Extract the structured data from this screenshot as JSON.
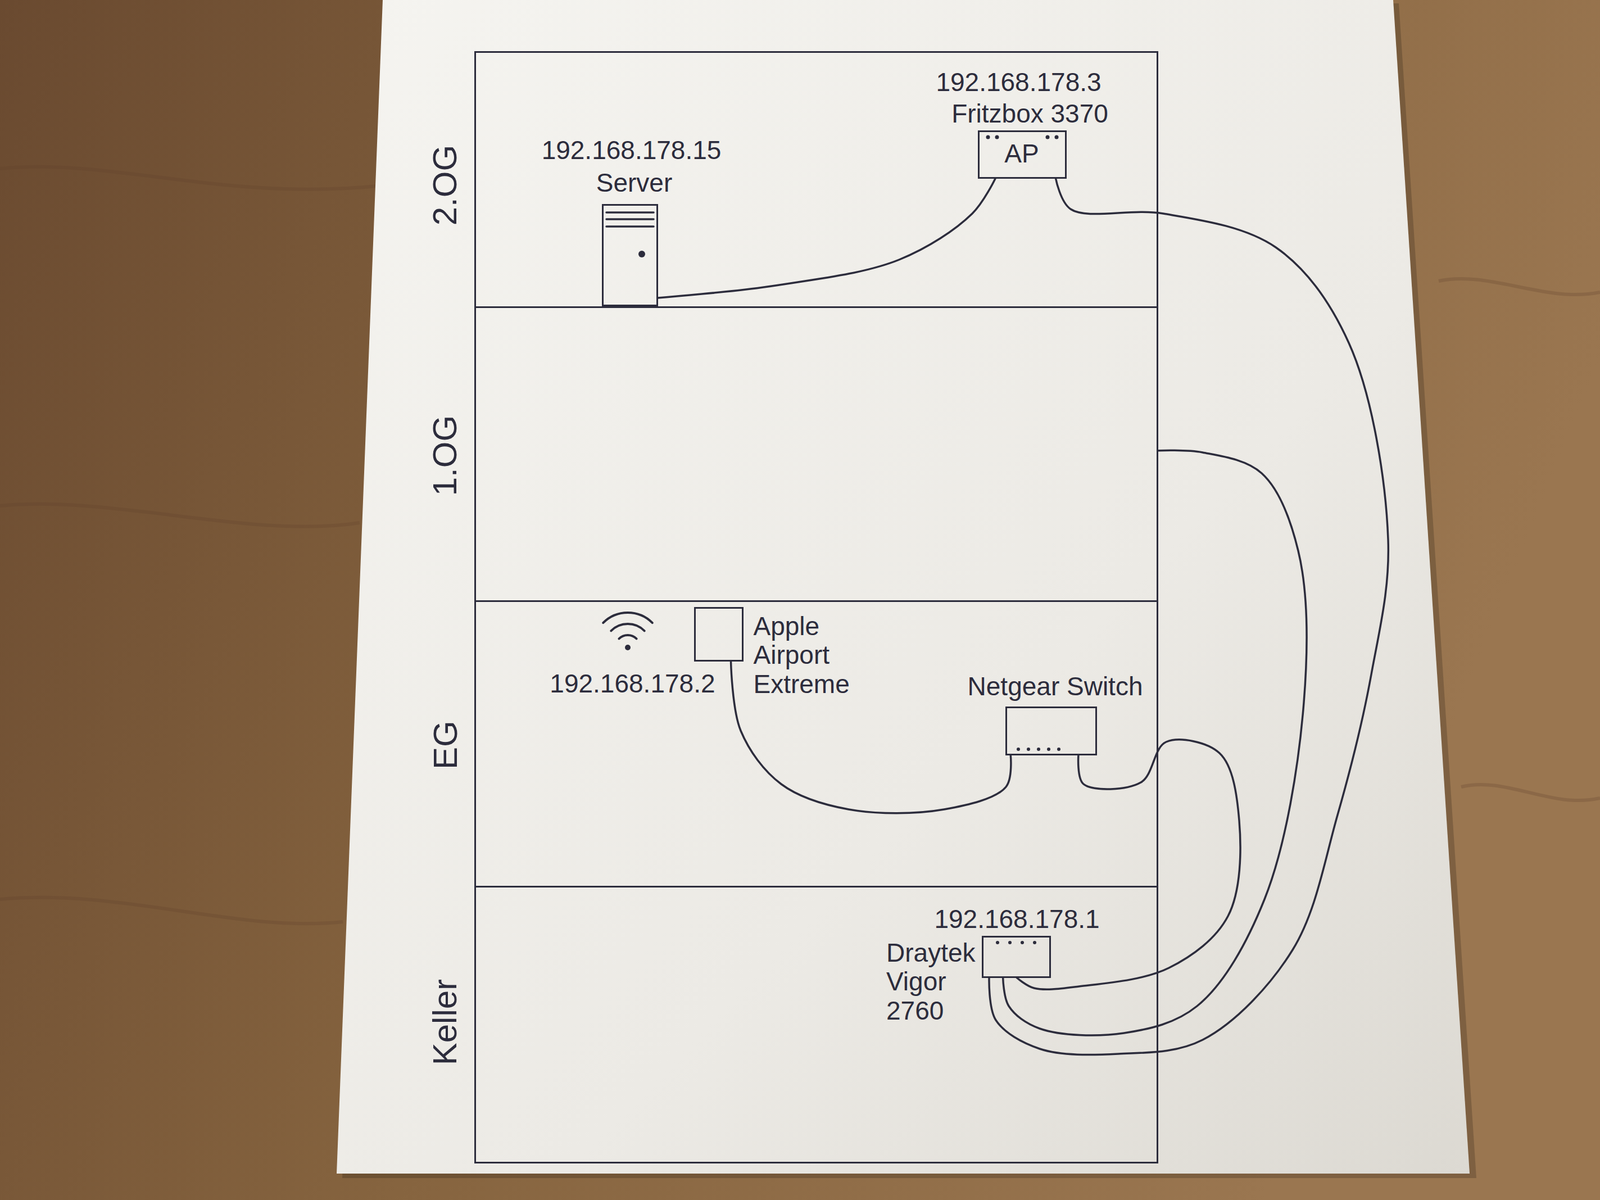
{
  "diagram": {
    "nodes": [
      {
        "text": [
          "2.OG"
        ]
      },
      {
        "text": [
          "192.168.178.3",
          "Fritzbox 3370",
          "AP"
        ],
        "in": 0
      },
      {
        "text": [
          "192.168.178.15",
          "Server"
        ],
        "in": 0
      },
      {
        "text": [
          "1.OG"
        ]
      },
      {
        "text": [
          "EG"
        ]
      },
      {
        "text": [
          "Apple Airport Extreme",
          "192.168.178.2"
        ],
        "in": 4
      },
      {
        "text": [
          "Netgear Switch"
        ],
        "in": 4
      },
      {
        "text": [
          "Keller"
        ]
      },
      {
        "text": [
          "192.168.178.1",
          "Draytek Vigor 2760"
        ],
        "in": 7
      }
    ],
    "edges": [
      {
        "from": 2,
        "to": 1,
        "arrow": "none"
      },
      {
        "from": 1,
        "to": 8,
        "arrow": "none"
      },
      {
        "from": 8,
        "to": 3,
        "arrow": "none"
      },
      {
        "from": 5,
        "to": 6,
        "arrow": "none"
      },
      {
        "from": 6,
        "to": 8,
        "arrow": "none"
      }
    ]
  }
}
